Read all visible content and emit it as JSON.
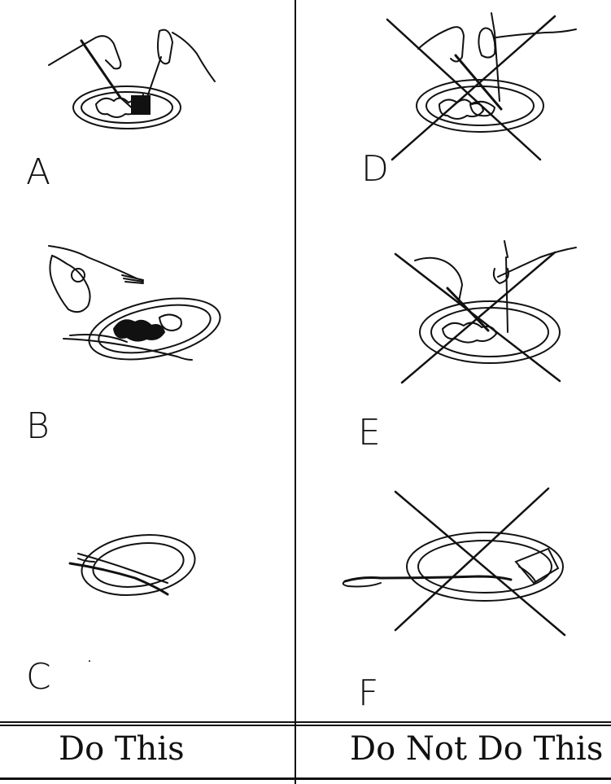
{
  "panels": {
    "a": {
      "letter": "A"
    },
    "b": {
      "letter": "B"
    },
    "c": {
      "letter": "C"
    },
    "d": {
      "letter": "D"
    },
    "e": {
      "letter": "E"
    },
    "f": {
      "letter": "F"
    }
  },
  "captions": {
    "left": "Do This",
    "right": "Do Not Do This"
  },
  "colors": {
    "ink": "#111111",
    "paper": "#ffffff"
  }
}
